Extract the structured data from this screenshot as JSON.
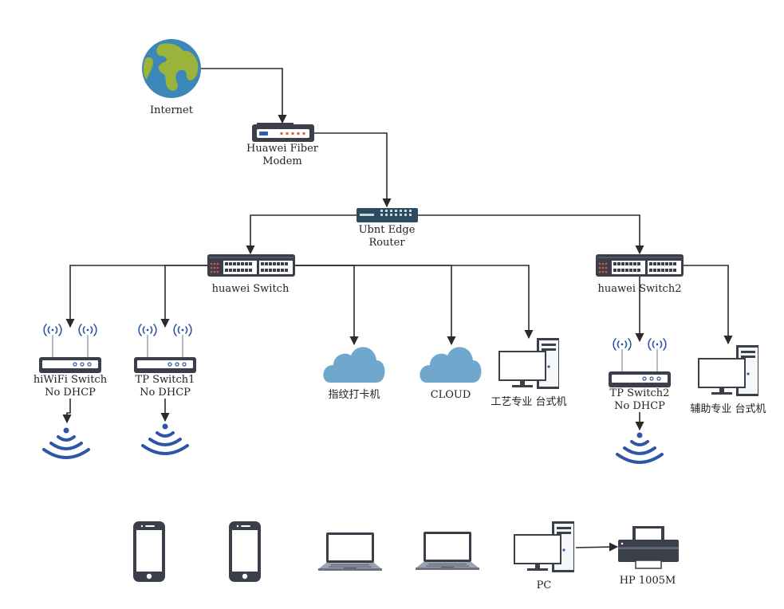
{
  "nodes": {
    "internet": {
      "label": "Internet"
    },
    "modem": {
      "label_line1": "Huawei Fiber",
      "label_line2": "Modem"
    },
    "router": {
      "label_line1": "Ubnt Edge",
      "label_line2": "Router"
    },
    "switch1": {
      "label": "huawei Switch"
    },
    "switch2": {
      "label": "huawei Switch2"
    },
    "hiwifi": {
      "label_line1": "hiWiFi Switch",
      "label_line2": "No DHCP"
    },
    "tp1": {
      "label_line1": "TP Switch1",
      "label_line2": "No DHCP"
    },
    "tp2": {
      "label_line1": "TP Switch2",
      "label_line2": "No DHCP"
    },
    "cloud_fingerprint": {
      "label": "指纹打卡机"
    },
    "cloud": {
      "label": "CLOUD"
    },
    "desktop_craft": {
      "label": "工艺专业 台式机"
    },
    "desktop_aux": {
      "label": "辅助专业 台式机"
    },
    "pc": {
      "label": "PC"
    },
    "printer": {
      "label": "HP 1005M"
    }
  },
  "colors": {
    "line": "#2b2b2b",
    "device_dark": "#3a3f4a",
    "router_blue": "#2d4a5e",
    "cloud_blue": "#6fa8cc",
    "wifi_blue": "#2e56a6",
    "globe_ocean": "#3b87b8",
    "globe_land": "#9bb33a"
  }
}
